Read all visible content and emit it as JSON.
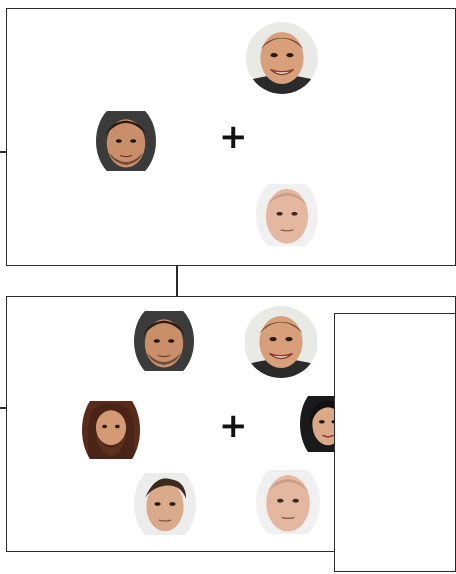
{
  "display_top": {
    "fixation": "+"
  },
  "display_bottom": {
    "fixation": "+"
  },
  "icons": {
    "face-a": "smiling-man-face",
    "face-b": "bearded-man-face",
    "face-c": "bald-man-face",
    "face-d": "long-haired-bearded-man-face",
    "face-e": "young-man-face",
    "face-f": "dark-haired-woman-face"
  }
}
